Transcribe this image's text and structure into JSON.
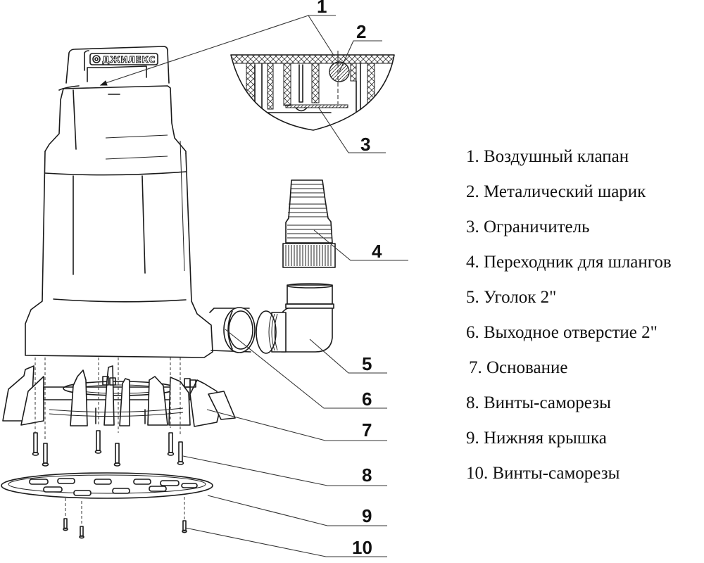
{
  "diagram": {
    "brand_logo": "ДЖИЛЕКС",
    "callouts": [
      "1",
      "2",
      "3",
      "4",
      "5",
      "6",
      "7",
      "8",
      "9",
      "10"
    ],
    "colors": {
      "line": "#1a1a1a",
      "background": "#ffffff"
    }
  },
  "legend": {
    "items": [
      {
        "num": "1.",
        "label": "Воздушный клапан"
      },
      {
        "num": "2.",
        "label": "Металический шарик"
      },
      {
        "num": "3.",
        "label": "Ограничитель"
      },
      {
        "num": "4.",
        "label": "Переходник для шлангов"
      },
      {
        "num": "5.",
        "label": "Уголок 2\""
      },
      {
        "num": "6.",
        "label": "Выходное отверстие 2\""
      },
      {
        "num": "7.",
        "label": "Основание"
      },
      {
        "num": "8.",
        "label": "Винты-саморезы"
      },
      {
        "num": "9.",
        "label": "Нижняя крышка"
      },
      {
        "num": "10.",
        "label": "Винты-саморезы"
      }
    ]
  }
}
